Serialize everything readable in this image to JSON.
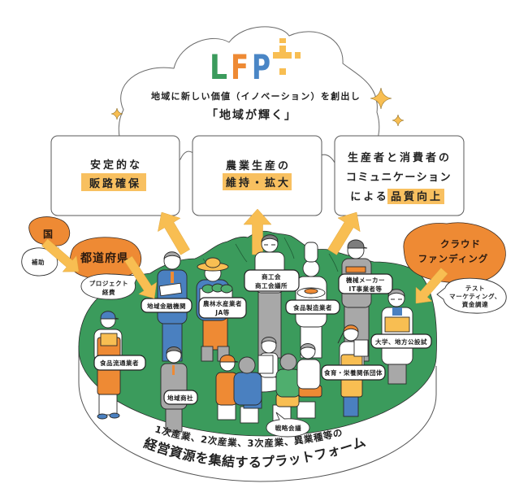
{
  "logo": {
    "letters": [
      "L",
      "F",
      "P"
    ],
    "colors": [
      "#3B9B5C",
      "#EE8A34",
      "#4A86C6"
    ],
    "plus_color": "#F8BE52",
    "plus_icon": "plus-sparkle-icon"
  },
  "vision": {
    "line1": "地域に新しい価値（イノベーション）を創出し",
    "line2": "「地域が輝く」"
  },
  "outcomes": [
    {
      "lines": [
        "安定的な"
      ],
      "highlight": "販路確保"
    },
    {
      "lines": [
        "農業生産の"
      ],
      "highlight": "維持・拡大"
    },
    {
      "lines": [
        "生産者と消費者の",
        "コミュニケーション"
      ],
      "prefix": "による",
      "highlight": "品質向上"
    }
  ],
  "funding": {
    "national": "国",
    "subsidy": "補助",
    "prefecture": "都道府県",
    "project_cost": [
      "プロジェクト",
      "経費"
    ],
    "crowdfunding": [
      "クラウド",
      "ファンディング"
    ],
    "crowdfunding_note": [
      "テスト",
      "マーケティング、",
      "資金調達"
    ]
  },
  "stakeholders": [
    {
      "label": [
        "地域金融機関"
      ]
    },
    {
      "label": [
        "農林水産業者",
        "JA等"
      ]
    },
    {
      "label": [
        "商工会",
        "商工会議所"
      ]
    },
    {
      "label": [
        "食品製造業者"
      ]
    },
    {
      "label": [
        "機械メーカー",
        "IT事業者等"
      ]
    },
    {
      "label": [
        "大学、地方公設試"
      ]
    },
    {
      "label": [
        "食育・栄養関係団体"
      ]
    },
    {
      "label": [
        "食品流通業者"
      ]
    },
    {
      "label": [
        "地域商社"
      ]
    }
  ],
  "meeting": {
    "label": "戦略会議"
  },
  "platform": {
    "line1": "1次産業、2次産業、3次産業、異業種等の",
    "line2": "経営資源を集結するプラットフォーム"
  },
  "palette": {
    "green": "#3B9B5C",
    "orange": "#EE8A34",
    "yellow": "#F8BE52",
    "blue": "#4A80C0",
    "highlight": "#F8C060"
  },
  "icons": {
    "sparkle": "sparkle-icon",
    "arrow": "arrow-icon"
  }
}
